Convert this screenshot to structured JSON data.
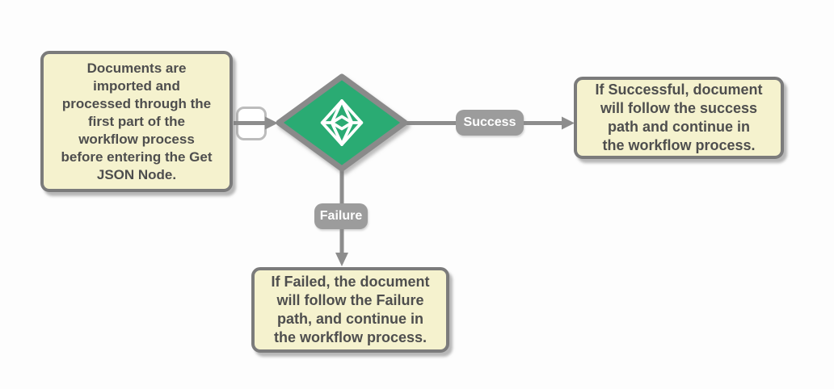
{
  "colors": {
    "note_fill": "#f5f2ce",
    "note_border": "#7b7b7b",
    "note_text": "#4e4e4e",
    "decision_fill": "#2aab73",
    "decision_border": "#8a8a8a",
    "connector": "#8d8d8d",
    "label_fill": "#9c9c9c",
    "label_text": "#ffffff",
    "canvas_bg": "#fdfdfd"
  },
  "notes": {
    "left": {
      "text": "Documents are\nimported and\nprocessed through the\nfirst part of the\nworkflow process\nbefore entering the Get\nJSON Node."
    },
    "right": {
      "text": "If Successful, document\nwill follow the success\npath and continue in\nthe workflow process."
    },
    "bottom": {
      "text": "If Failed, the document\nwill follow the Failure\npath, and continue in\nthe workflow process."
    }
  },
  "decision": {
    "icon": "cube-wireframe-icon"
  },
  "labels": {
    "success": "Success",
    "failure": "Failure"
  }
}
